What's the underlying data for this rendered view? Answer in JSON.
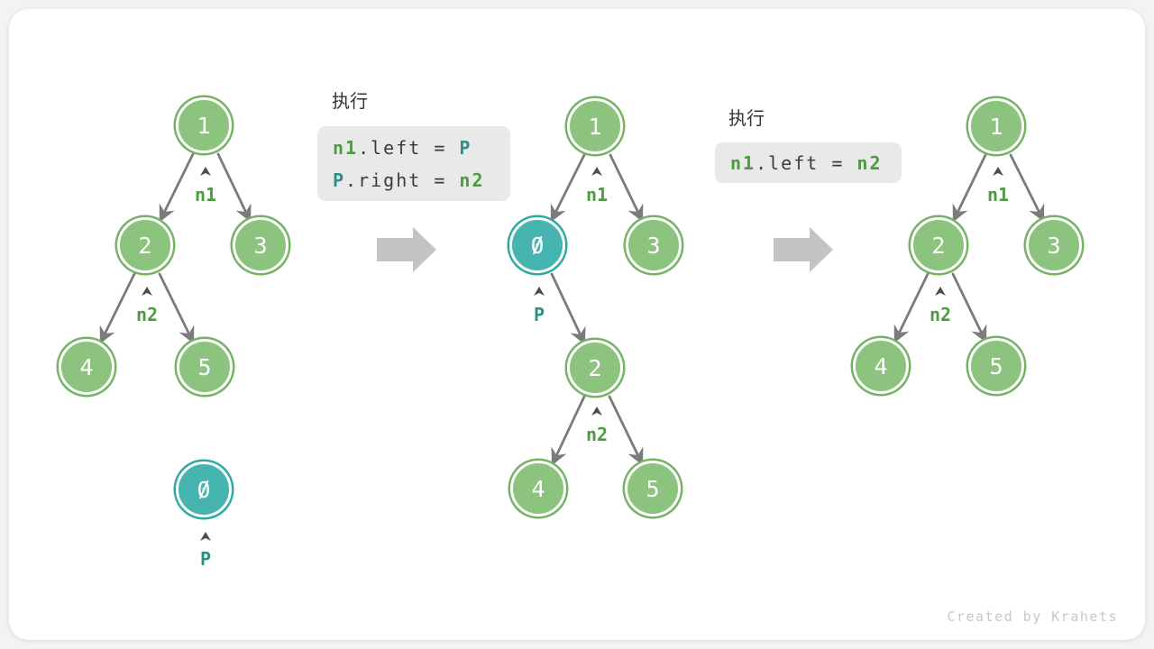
{
  "page": {
    "watermark": "Created by Krahets"
  },
  "colors": {
    "node_green_fill": "#8cc37e",
    "node_green_ring": "#74b364",
    "node_teal_fill": "#46b5af",
    "node_teal_ring": "#2fa9a2",
    "pointer_label_green": "#4e9a43",
    "pointer_label_teal": "#2b8f85",
    "edge_gray": "#7b7b7b",
    "caret_gray": "#4d4d4d",
    "code_box_bg": "#e9e9e9",
    "code_plain_text": "#3c3c3c",
    "block_arrow_gray": "#c3c3c3",
    "card_bg": "#ffffff",
    "page_bg": "#f2f3f3"
  },
  "trees": [
    {
      "name": "before",
      "nodes": [
        {
          "value": "1"
        },
        {
          "value": "2"
        },
        {
          "value": "3"
        },
        {
          "value": "4"
        },
        {
          "value": "5"
        },
        {
          "value": "0"
        }
      ],
      "labels": [
        {
          "text": "n1"
        },
        {
          "text": "n2"
        },
        {
          "text": "P"
        }
      ]
    },
    {
      "name": "after-step-1",
      "nodes": [
        {
          "value": "1"
        },
        {
          "value": "0"
        },
        {
          "value": "3"
        },
        {
          "value": "2"
        },
        {
          "value": "4"
        },
        {
          "value": "5"
        }
      ],
      "labels": [
        {
          "text": "n1"
        },
        {
          "text": "P"
        },
        {
          "text": "n2"
        }
      ]
    },
    {
      "name": "after-step-2",
      "nodes": [
        {
          "value": "1"
        },
        {
          "value": "2"
        },
        {
          "value": "3"
        },
        {
          "value": "4"
        },
        {
          "value": "5"
        }
      ],
      "labels": [
        {
          "text": "n1"
        },
        {
          "text": "n2"
        }
      ]
    }
  ],
  "code_blocks": [
    {
      "title": "执行",
      "lines": [
        {
          "tokens": [
            {
              "t": "n1"
            },
            {
              "t": ".left = "
            },
            {
              "t": "P"
            }
          ]
        },
        {
          "tokens": [
            {
              "t": "P"
            },
            {
              "t": ".right = "
            },
            {
              "t": "n2"
            }
          ]
        }
      ]
    },
    {
      "title": "执行",
      "lines": [
        {
          "tokens": [
            {
              "t": "n1"
            },
            {
              "t": ".left = "
            },
            {
              "t": "n2"
            }
          ]
        }
      ]
    }
  ]
}
